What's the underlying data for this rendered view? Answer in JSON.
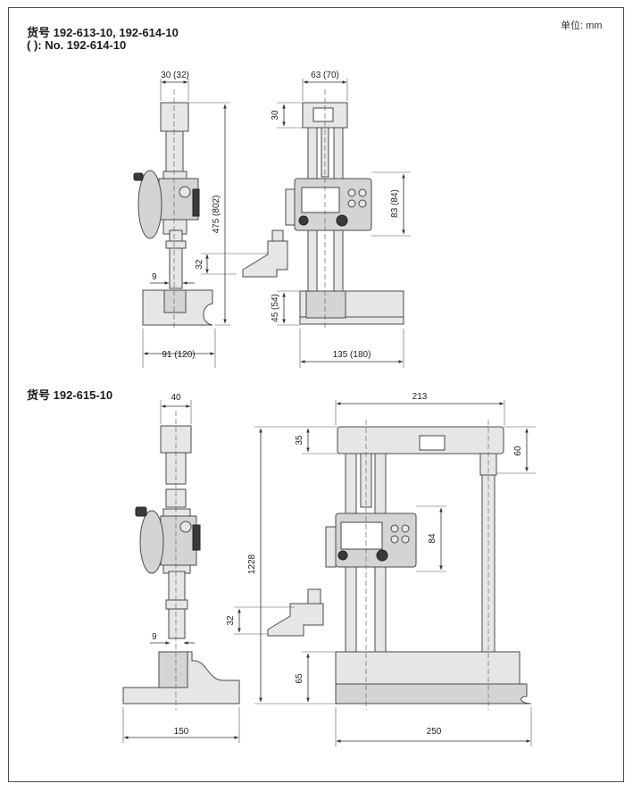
{
  "unit_label": "单位: mm",
  "section1": {
    "title": "货号 192-613-10, 192-614-10",
    "subtitle": "(    ): No. 192-614-10",
    "dims": {
      "top_width_left": "30 (32)",
      "top_width_right": "63 (70)",
      "head_height": "30",
      "total_height": "475 (802)",
      "display_height": "83 (84)",
      "scriber_height": "32",
      "scriber_thickness": "9",
      "base_height": "45 (54)",
      "base_width_left": "91 (120)",
      "base_width_right": "135 (180)"
    }
  },
  "section2": {
    "title": "货号 192-615-10",
    "dims": {
      "top_width_left": "40",
      "frame_width": "213",
      "head_height": "35",
      "top_bar_height": "60",
      "total_height": "1228",
      "display_height": "84",
      "scriber_height": "32",
      "scriber_thickness": "9",
      "base_height": "65",
      "base_width_left": "150",
      "base_width_right": "250"
    }
  }
}
